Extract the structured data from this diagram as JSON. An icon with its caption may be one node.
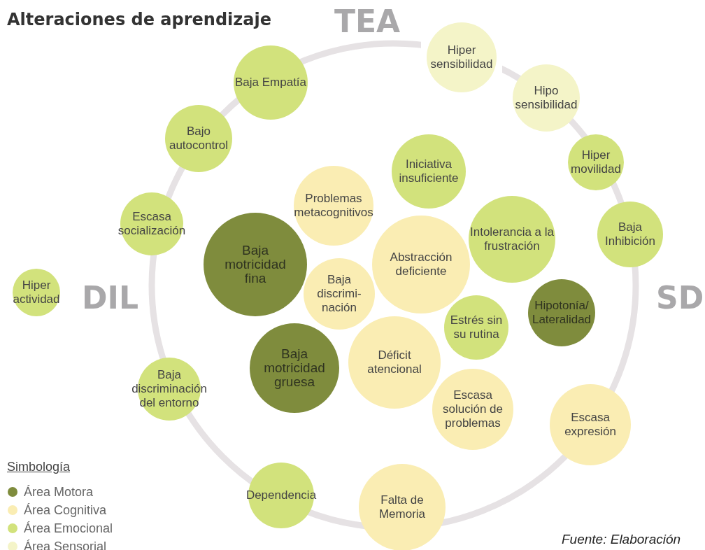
{
  "diagram": {
    "title": "Alteraciones de aprendizaje",
    "caption": "Fuente: Elaboración",
    "nodes": [
      {
        "text": [
          "Baja Empatía"
        ]
      },
      {
        "text": [
          "Hiper sensibilidad"
        ]
      },
      {
        "text": [
          "Hipo sensibilidad"
        ]
      },
      {
        "text": [
          "Bajo autocontrol"
        ]
      },
      {
        "text": [
          "Iniciativa insuficiente"
        ]
      },
      {
        "text": [
          "Hiper movilidad"
        ]
      },
      {
        "text": [
          "Problemas metacognitivos"
        ]
      },
      {
        "text": [
          "Escasa socialización"
        ]
      },
      {
        "text": [
          "Intolerancia a la frustración"
        ]
      },
      {
        "text": [
          "Baja Inhibición"
        ]
      },
      {
        "text": [
          "Baja motricidad fina"
        ]
      },
      {
        "text": [
          "Abstracción deficiente"
        ]
      },
      {
        "text": [
          "Hiper actividad"
        ]
      },
      {
        "text": [
          "Baja discrimi- nación"
        ]
      },
      {
        "text": [
          "Hipotonía/ Lateralidad"
        ]
      },
      {
        "text": [
          "Estrés sin su rutina"
        ]
      },
      {
        "text": [
          "Baja motricidad gruesa"
        ]
      },
      {
        "text": [
          "Déficit atencional"
        ]
      },
      {
        "text": [
          "Baja discriminación del entorno"
        ]
      },
      {
        "text": [
          "Escasa solución de problemas"
        ]
      },
      {
        "text": [
          "Escasa expresión"
        ]
      },
      {
        "text": [
          "Dependencia"
        ]
      },
      {
        "text": [
          "Falta de Memoria"
        ]
      }
    ],
    "edges": [],
    "labels": [
      "TEA",
      "DIL",
      "SD",
      "Simbología"
    ],
    "legend": [
      {
        "text": "Área Motora",
        "color": "#7f8c3d"
      },
      {
        "text": "Área Cognitiva",
        "color": "#faedb3"
      },
      {
        "text": "Área Emocional",
        "color": "#d2e27c"
      },
      {
        "text": "Área Sensorial",
        "color": "#f4f4c8"
      }
    ]
  }
}
